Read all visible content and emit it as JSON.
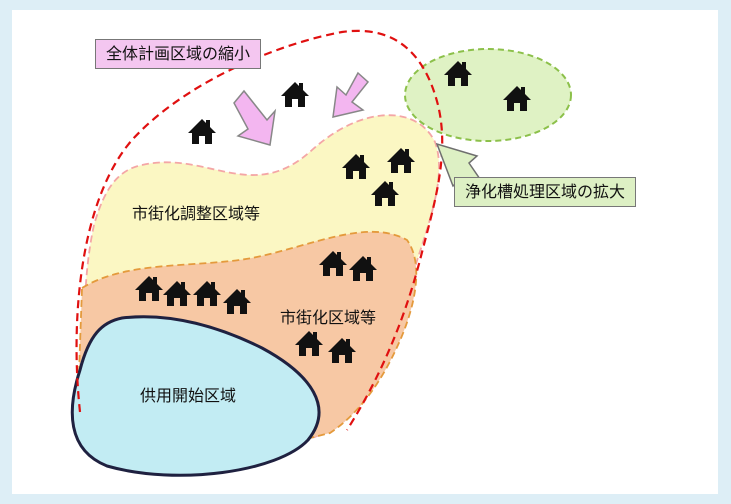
{
  "diagram": {
    "callouts": {
      "shrink": "全体計画区域の縮小",
      "expand": "浄化槽処理区域の拡大"
    },
    "zones": {
      "adjustment": "市街化調整区域等",
      "urbanization": "市街化区域等",
      "service_start": "供用開始区域"
    },
    "colors": {
      "callout_shrink_bg": "#f4c6f0",
      "callout_expand_bg": "#ddf0c4",
      "adjustment_fill": "#fbf7c3",
      "urbanization_fill": "#f7c8a4",
      "service_fill": "#c2ecf3",
      "green_area_fill": "#dff2c4",
      "plan_boundary": "#e01010",
      "house": "#111111"
    }
  }
}
